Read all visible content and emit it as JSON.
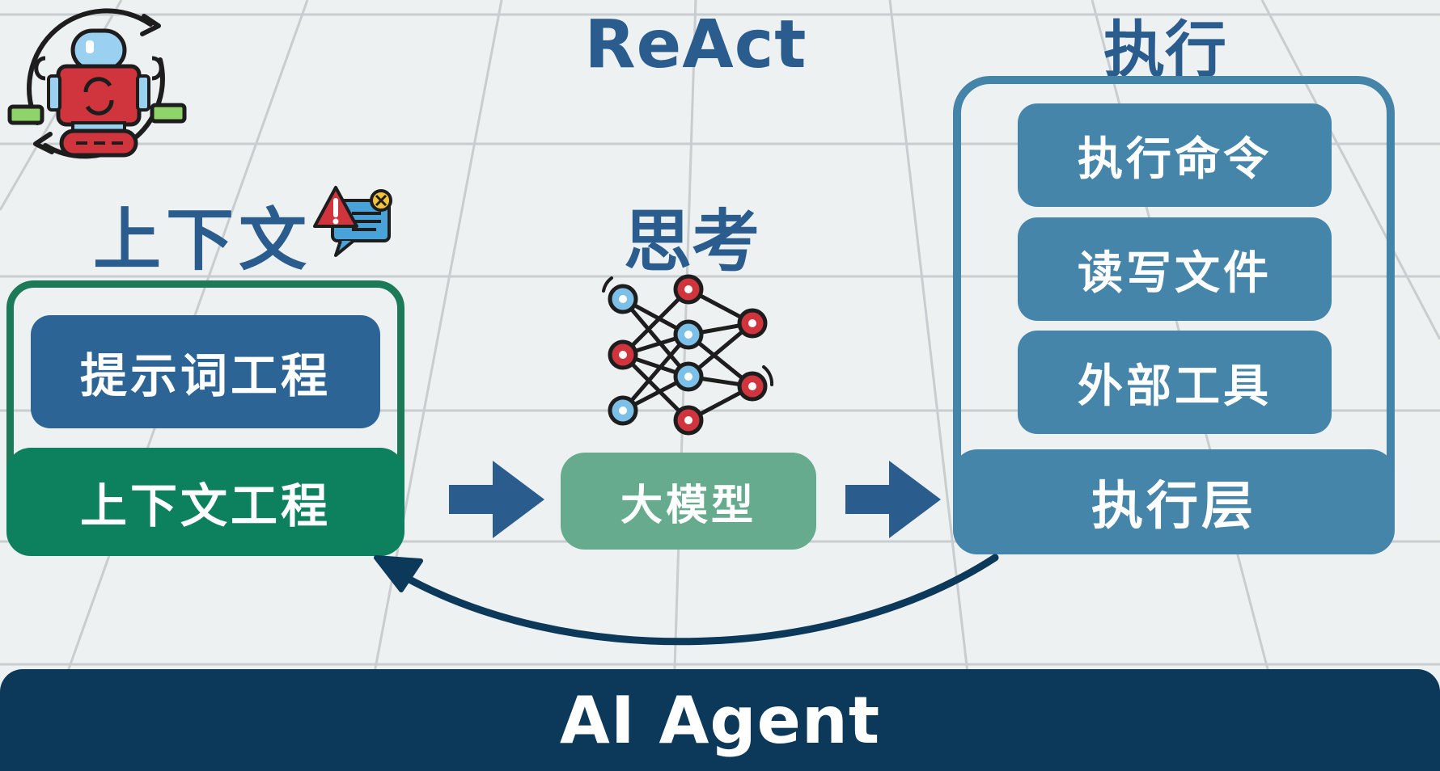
{
  "diagram": {
    "react_title": "ReAct",
    "context": {
      "title": "上下文",
      "prompt_engineering": "提示词工程",
      "context_engineering": "上下文工程"
    },
    "think": {
      "title": "思考",
      "llm": "大模型"
    },
    "execute": {
      "title": "执行",
      "items": [
        "执行命令",
        "读写文件",
        "外部工具"
      ],
      "layer": "执行层"
    },
    "footer": "AI Agent"
  },
  "colors": {
    "context_green": "#0d805d",
    "prompt_blue": "#2b6495",
    "llm_green": "#67ab8f",
    "exec_blue": "#4585a9",
    "footer_navy": "#0c3859",
    "heading_blue": "#2a5d8e"
  },
  "icons": [
    "robot-cycle-icon",
    "warning-message-icon",
    "neural-network-icon",
    "arrow-right-icon",
    "loop-back-arrow-icon"
  ]
}
